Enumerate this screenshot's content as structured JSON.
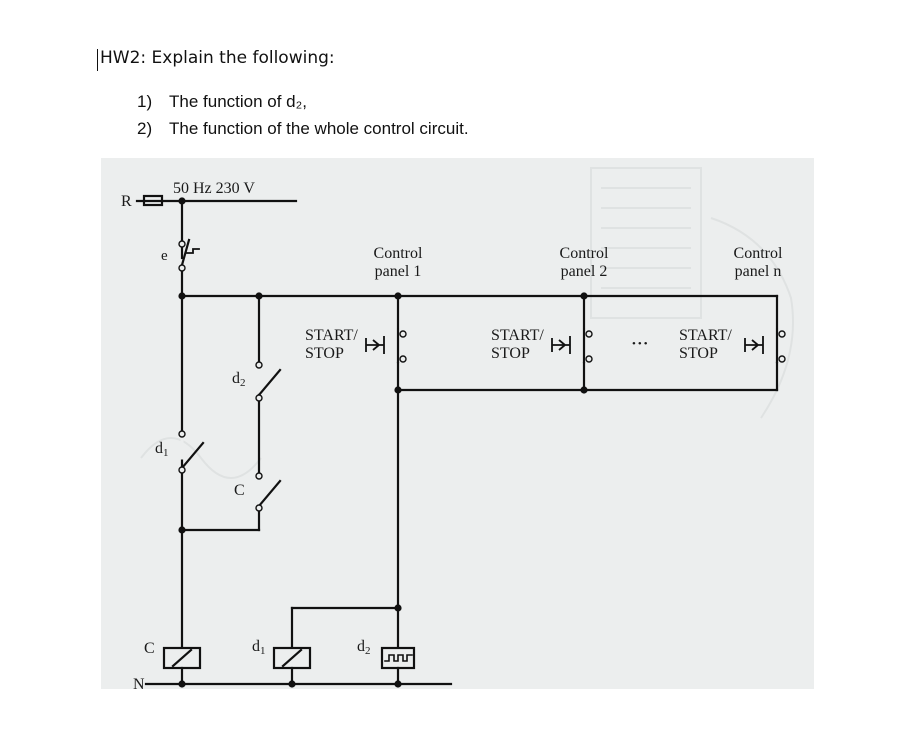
{
  "document": {
    "title": "HW2: Explain the following:",
    "questions": [
      {
        "num": "1)",
        "text": "The function of d₂,"
      },
      {
        "num": "2)",
        "text": "The function of the whole control circuit."
      }
    ]
  },
  "diagram": {
    "supply_label": "50 Hz 230 V",
    "phase_label": "R",
    "neutral_label": "N",
    "labels": {
      "e": "e",
      "d": "d",
      "c": "C",
      "sub1": "1",
      "sub2": "2"
    },
    "panels": [
      {
        "line1": "Control",
        "line2": "panel 1",
        "switch_line1": "START/",
        "switch_line2": "STOP"
      },
      {
        "line1": "Control",
        "line2": "panel 2",
        "switch_line1": "START/",
        "switch_line2": "STOP"
      },
      {
        "line1": "Control",
        "line2": "panel n",
        "switch_line1": "START/",
        "switch_line2": "STOP"
      }
    ],
    "ellipsis": "•••"
  }
}
